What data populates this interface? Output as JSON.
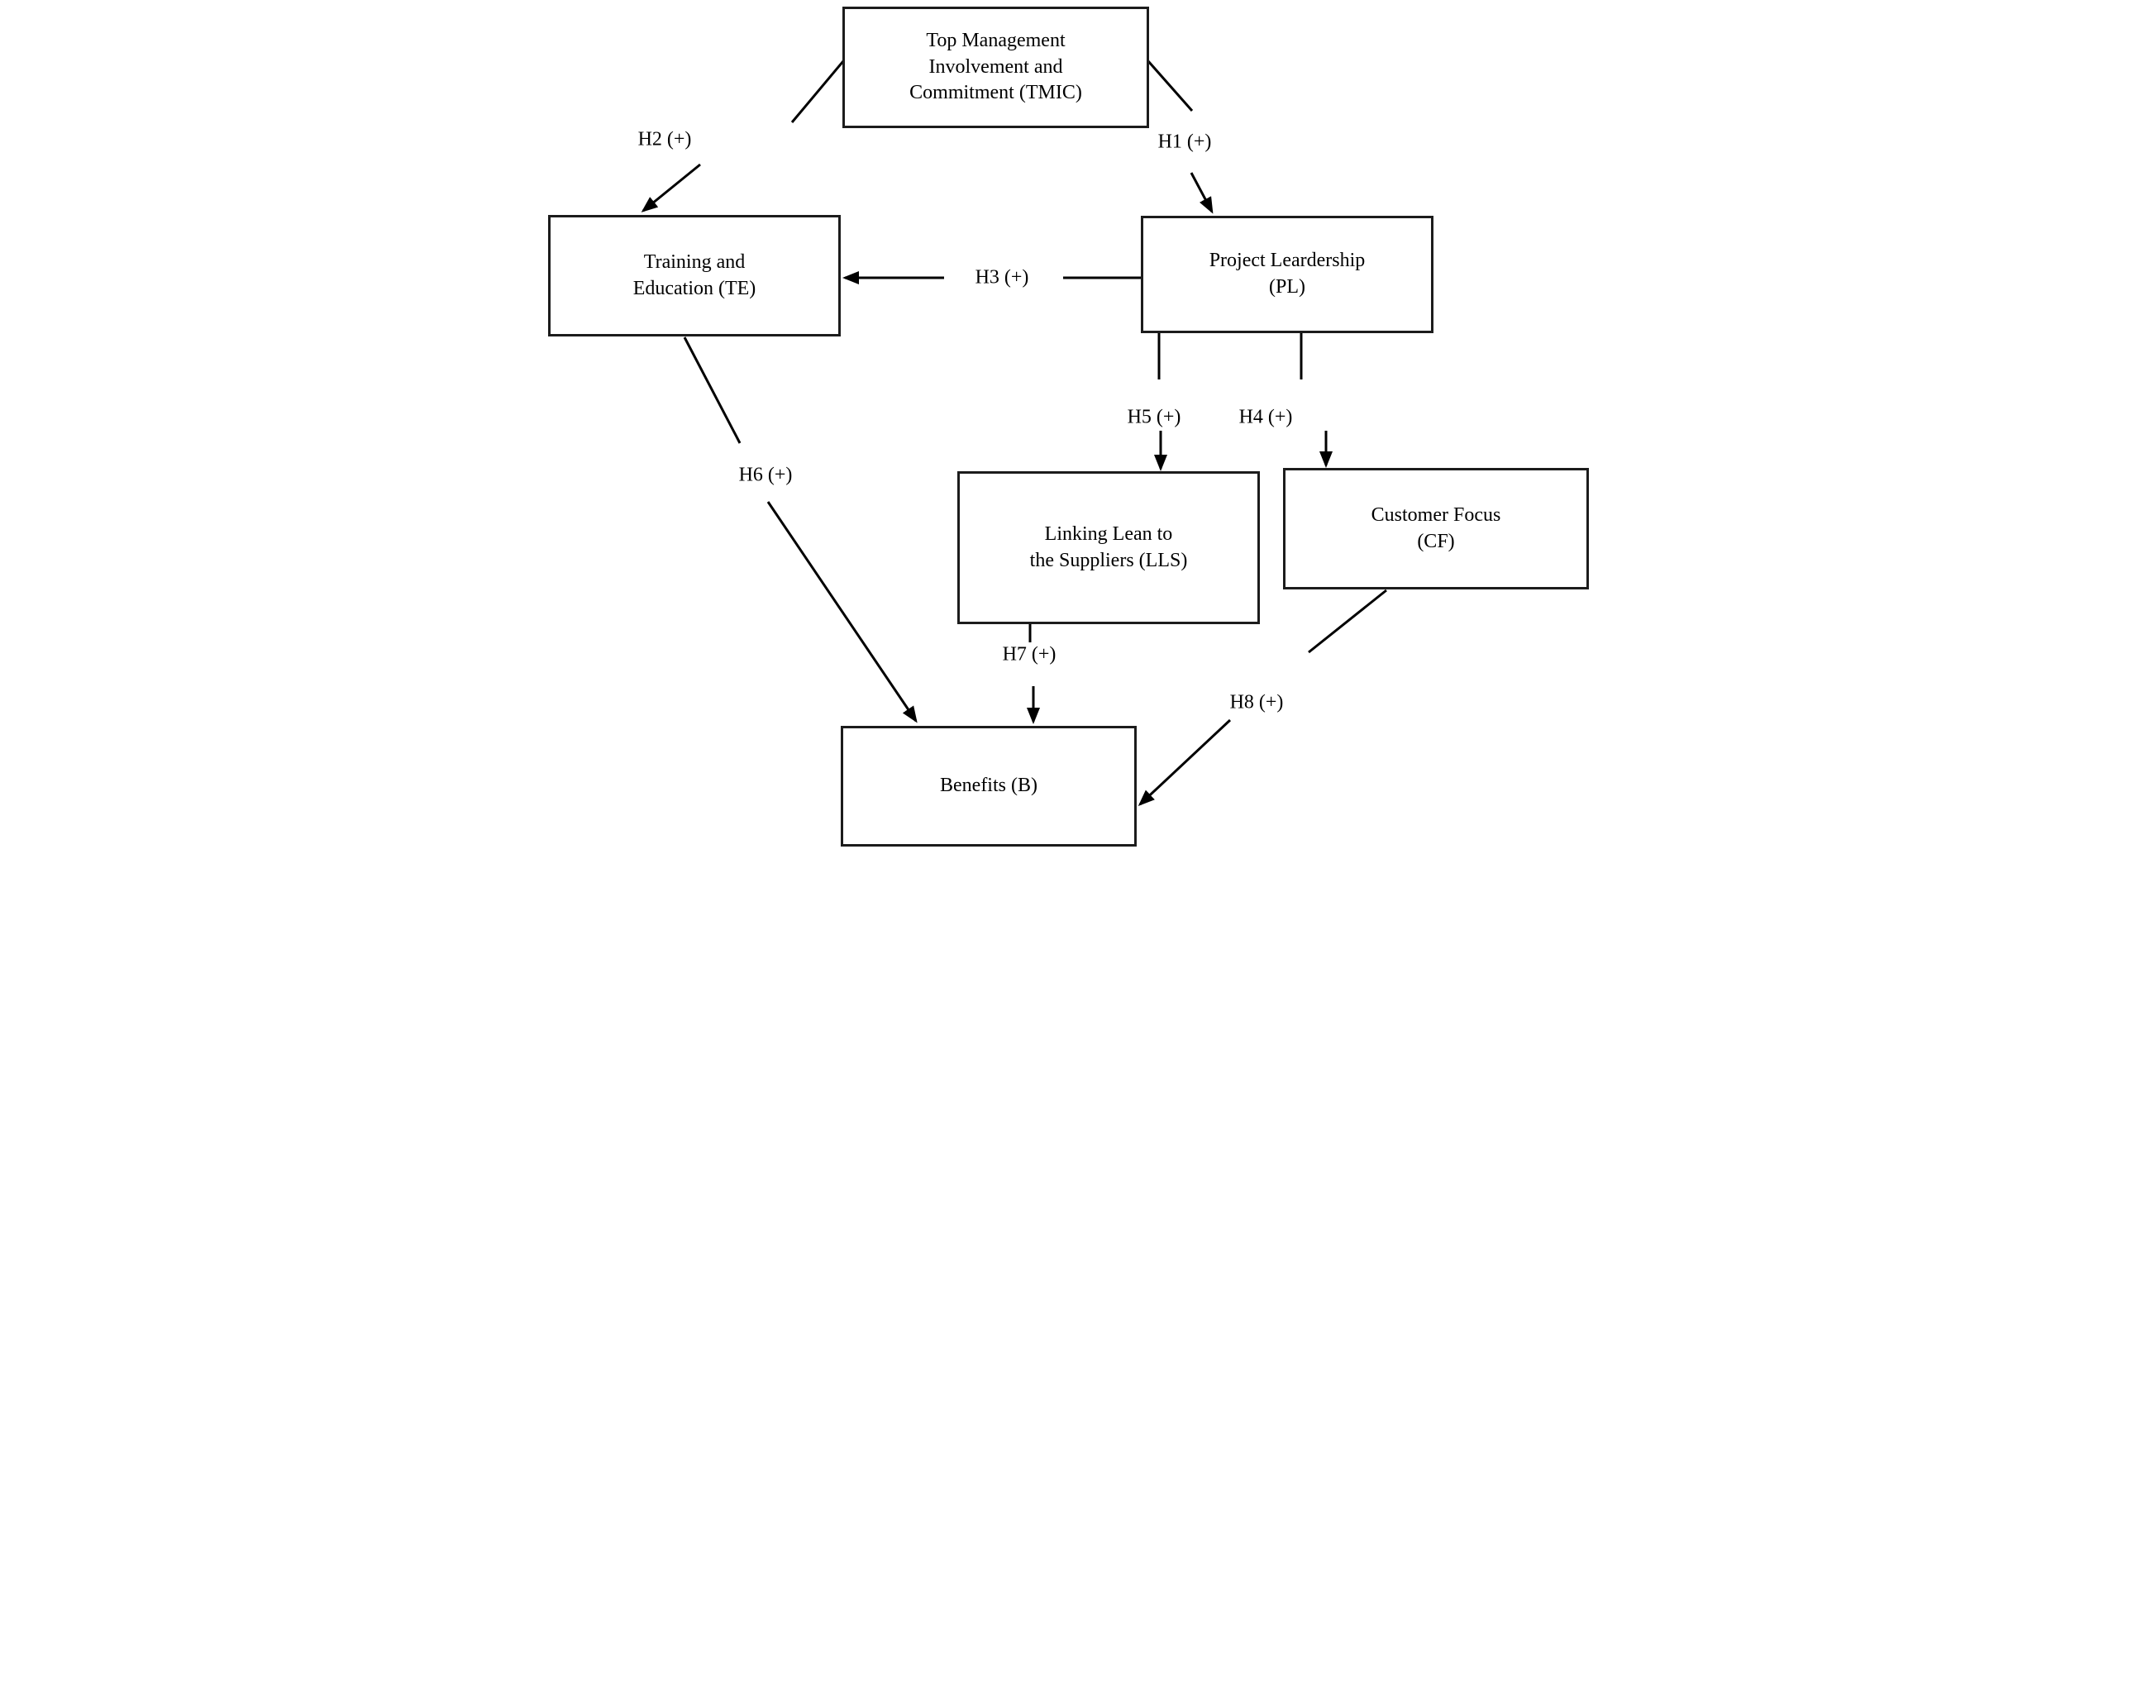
{
  "diagram": {
    "type": "hypothesis-model",
    "background": "#ffffff",
    "line_color": "#000000",
    "box_border_color": "#1c1c1c",
    "text_color": "#000000",
    "nodes": [
      {
        "id": "tmic",
        "abbr": "TMIC",
        "label": "Top Management\nInvolvement and\nCommitment (TMIC)"
      },
      {
        "id": "te",
        "abbr": "TE",
        "label": "Training and\nEducation (TE)"
      },
      {
        "id": "pl",
        "abbr": "PL",
        "label": "Project Leardership\n(PL)"
      },
      {
        "id": "lls",
        "abbr": "LLS",
        "label": "Linking Lean to\nthe Suppliers (LLS)"
      },
      {
        "id": "cf",
        "abbr": "CF",
        "label": "Customer Focus\n(CF)"
      },
      {
        "id": "benefits",
        "abbr": "B",
        "label": "Benefits (B)"
      }
    ],
    "hypotheses": [
      {
        "id": "h1",
        "label": "H1 (+)",
        "from": "TMIC",
        "to": "PL"
      },
      {
        "id": "h2",
        "label": "H2 (+)",
        "from": "TMIC",
        "to": "TE"
      },
      {
        "id": "h3",
        "label": "H3 (+)",
        "from": "PL",
        "to": "TE"
      },
      {
        "id": "h4",
        "label": "H4 (+)",
        "from": "PL",
        "to": "CF"
      },
      {
        "id": "h5",
        "label": "H5 (+)",
        "from": "PL",
        "to": "LLS"
      },
      {
        "id": "h6",
        "label": "H6 (+)",
        "from": "TE",
        "to": "B"
      },
      {
        "id": "h7",
        "label": "H7 (+)",
        "from": "LLS",
        "to": "B"
      },
      {
        "id": "h8",
        "label": "H8 (+)",
        "from": "CF",
        "to": "B"
      }
    ]
  }
}
